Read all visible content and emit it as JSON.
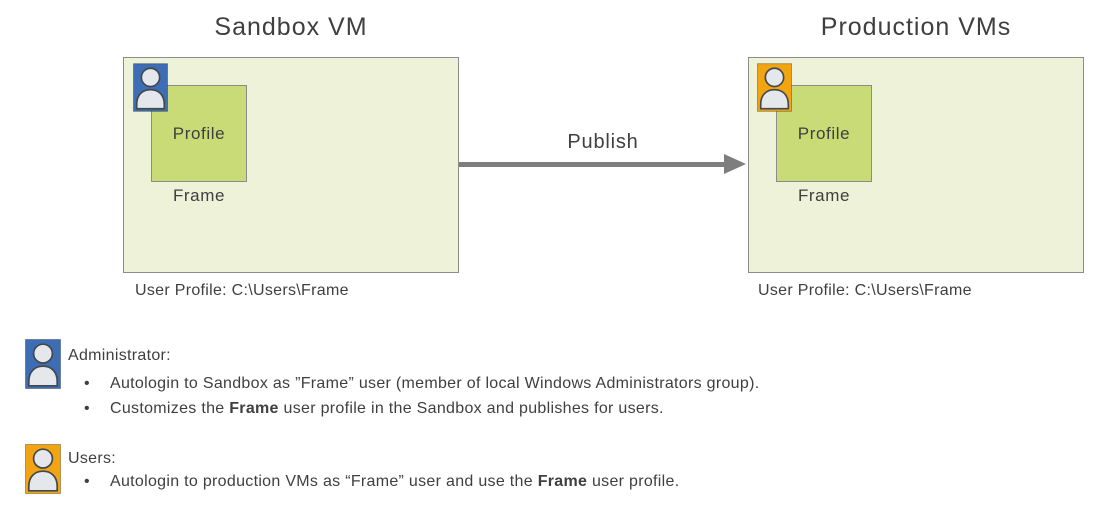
{
  "colors": {
    "admin-blue": "#3D6DB4",
    "users-orange": "#F2A411",
    "vm-box-fill": "#EDF2D8",
    "profile-box-fill": "#C8DB77",
    "box-border": "#8C8C8C",
    "arrow-gray": "#7E7E7E",
    "text": "#3F3F3F"
  },
  "diagram": {
    "sandbox": {
      "title": "Sandbox VM",
      "profile_label": "Profile",
      "frame_label": "Frame",
      "caption": "User Profile: C:\\Users\\Frame"
    },
    "production": {
      "title": "Production VMs",
      "profile_label": "Profile",
      "frame_label": "Frame",
      "caption": "User Profile: C:\\Users\\Frame"
    },
    "arrow_label": "Publish"
  },
  "legend": {
    "bullet_char": "•",
    "admin": {
      "heading": "Administrator:",
      "bullets": [
        {
          "pre": "Autologin to Sandbox as ”Frame” user (member of local Windows Administrators group).",
          "bold": "",
          "post": ""
        },
        {
          "pre": "Customizes the ",
          "bold": "Frame",
          "post": " user profile in the Sandbox and publishes for users."
        }
      ]
    },
    "users": {
      "heading": "Users:",
      "bullets": [
        {
          "pre": "Autologin to production VMs as “Frame” user and use the ",
          "bold": "Frame",
          "post": " user profile."
        }
      ]
    }
  }
}
